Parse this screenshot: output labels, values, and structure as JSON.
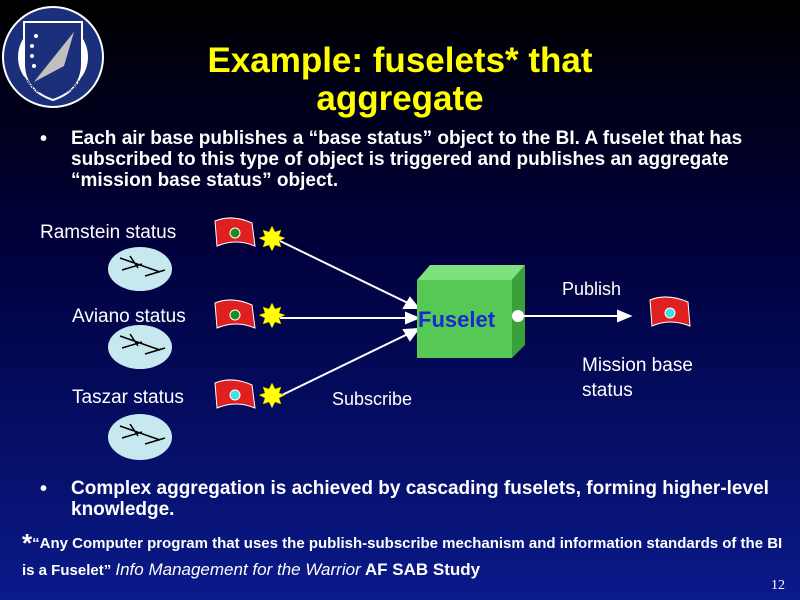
{
  "title": "Example: fuselets* that aggregate",
  "logo": {
    "ring_text": "AIR FORCE RESEARCH LABORATORY",
    "icon": "afrl-logo-icon"
  },
  "bullets": [
    {
      "symbol": "•",
      "text": "Each air base publishes a “base status” object to the BI.  A fuselet that has subscribed to this type of object is triggered and publishes an aggregate “mission base status” object."
    },
    {
      "symbol": "•",
      "text": "Complex aggregation is achieved by cascading fuselets, forming higher-level knowledge."
    }
  ],
  "diagram": {
    "sources": [
      {
        "label": "Ramstein status",
        "status_color": "#1a8a1a"
      },
      {
        "label": "Aviano status",
        "status_color": "#1a8a1a"
      },
      {
        "label": "Taszar status",
        "status_color": "#40e0e0"
      }
    ],
    "fuselet_label": "Fuselet",
    "subscribe_label": "Subscribe",
    "publish_label": "Publish",
    "output_label": "Mission base status",
    "output_status_color": "#40e0e0",
    "colors": {
      "flag": "#e02020",
      "burst": "#ffff00",
      "box": "#55c855",
      "arrow": "#ffffff"
    }
  },
  "footnote": {
    "star": "*",
    "quote": "“Any Computer program that uses the publish-subscribe mechanism and information standards of the BI is a Fuselet”",
    "source_title": "Info Management for the Warrior",
    "source_org": "AF SAB Study"
  },
  "slide_number": "12",
  "colors": {
    "title": "#ffff00",
    "text": "#ffffff",
    "background_top": "#000000",
    "background_bottom": "#0a1a8a"
  }
}
